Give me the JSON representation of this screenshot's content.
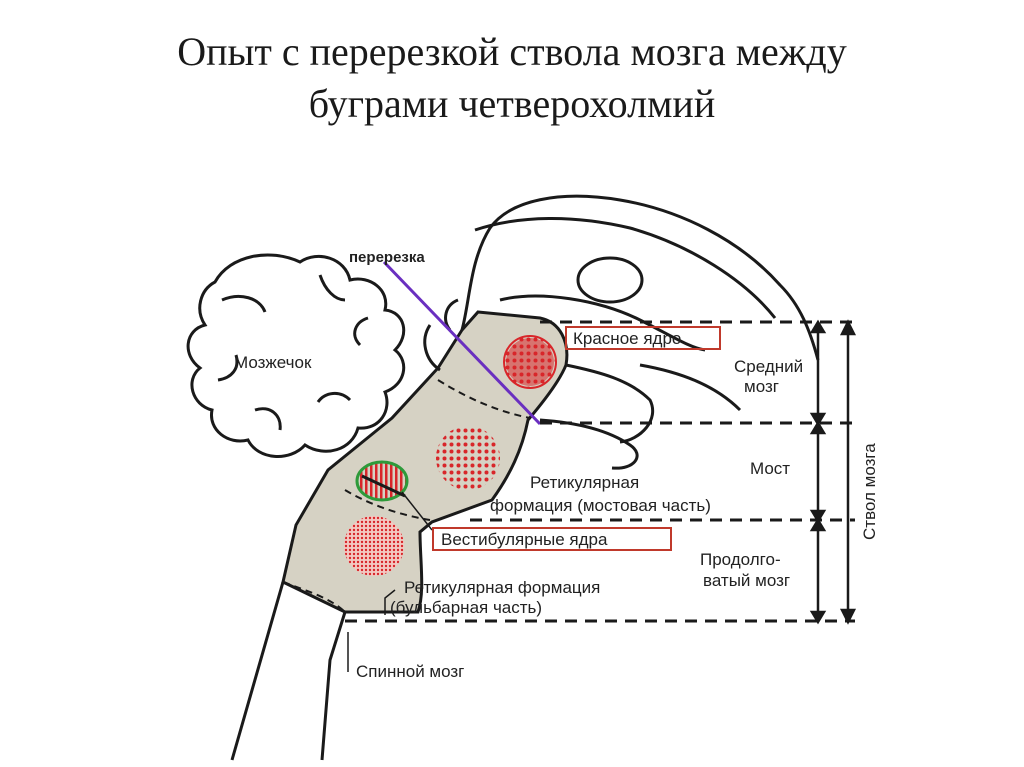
{
  "title": {
    "line1": "Опыт с перерезкой ствола мозга между",
    "line2": "буграми четверохолмий"
  },
  "diagram": {
    "cut_label": "перерезка",
    "cerebellum": "Мозжечок",
    "red_nucleus": "Красное ядро",
    "midbrain_1": "Средний",
    "midbrain_2": "мозг",
    "pons": "Мост",
    "reticular_pons_1": "Ретикулярная",
    "reticular_pons_2": "формация (мостовая часть)",
    "vestibular": "Вестибулярные ядра",
    "medulla_1": "Продолго-",
    "medulla_2": "ватый мозг",
    "reticular_bulbar_1": "Ретикулярная формация",
    "reticular_bulbar_2": "(бульбарная часть)",
    "spinal": "Спинной мозг",
    "brainstem": "Ствол мозга"
  },
  "colors": {
    "outline": "#1a1a1a",
    "stem_fill": "#d6d2c4",
    "red": "#d8262a",
    "cut_line": "#6a2fc0",
    "highlight_box": "#c0392b",
    "vestibular_ring": "#2e9a3a"
  }
}
